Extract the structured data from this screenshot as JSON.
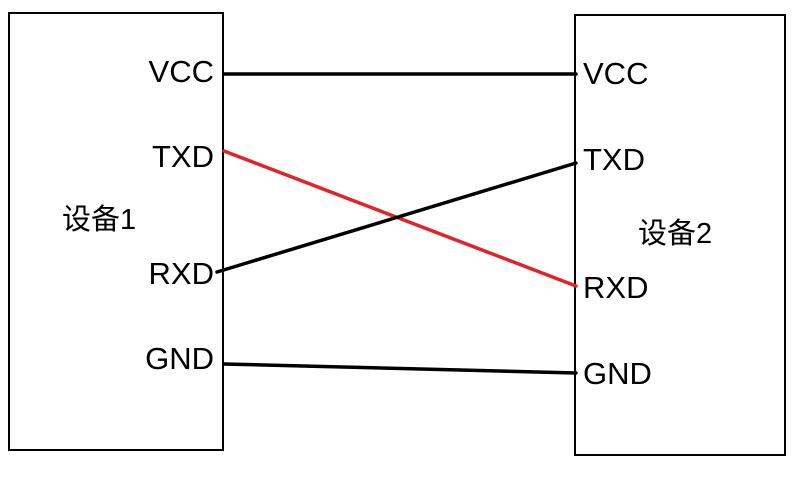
{
  "device1": {
    "name": "设备1",
    "pins": [
      "VCC",
      "TXD",
      "RXD",
      "GND"
    ]
  },
  "device2": {
    "name": "设备2",
    "pins": [
      "VCC",
      "TXD",
      "RXD",
      "GND"
    ]
  },
  "connections": [
    {
      "from": "VCC",
      "to": "VCC",
      "color": "#000000"
    },
    {
      "from": "TXD",
      "to": "RXD",
      "color": "#e0242a"
    },
    {
      "from": "RXD",
      "to": "TXD",
      "color": "#000000"
    },
    {
      "from": "GND",
      "to": "GND",
      "color": "#000000"
    }
  ]
}
